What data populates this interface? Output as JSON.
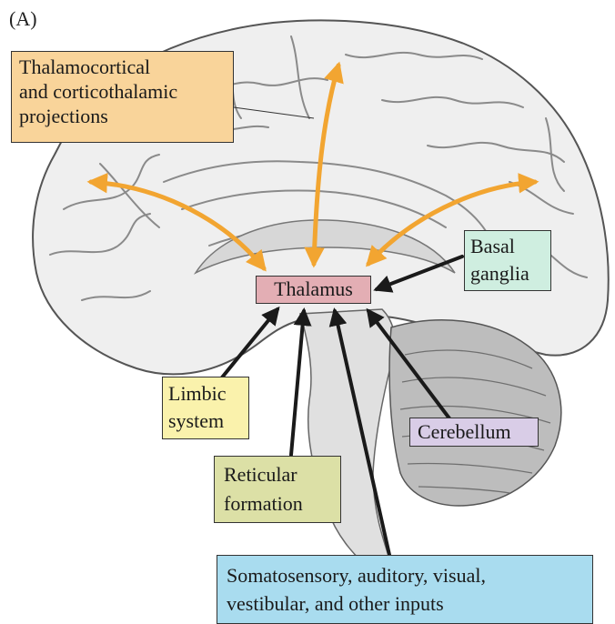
{
  "figure": {
    "panel_label": "(A)",
    "colors": {
      "projection_arrow": "#f2a531",
      "input_arrow": "#1a1a1a",
      "thalamus_box": "#e3aeb4",
      "projection_box": "#f9d49a",
      "basal_box": "#cfeee0",
      "limbic_box": "#faf2ac",
      "reticular_box": "#dce0a6",
      "cerebellum_box": "#d9cde7",
      "sensory_box": "#a9dcef"
    }
  },
  "labels": {
    "thalamocortical": [
      "Thalamocortical",
      "and corticothalamic",
      "projections"
    ],
    "thalamus": "Thalamus",
    "basal_ganglia": [
      "Basal",
      "ganglia"
    ],
    "limbic_system": [
      "Limbic",
      "system"
    ],
    "reticular_formation": [
      "Reticular",
      "formation"
    ],
    "cerebellum": "Cerebellum",
    "sensory_inputs": [
      "Somatosensory, auditory, visual,",
      "vestibular, and other inputs"
    ]
  }
}
